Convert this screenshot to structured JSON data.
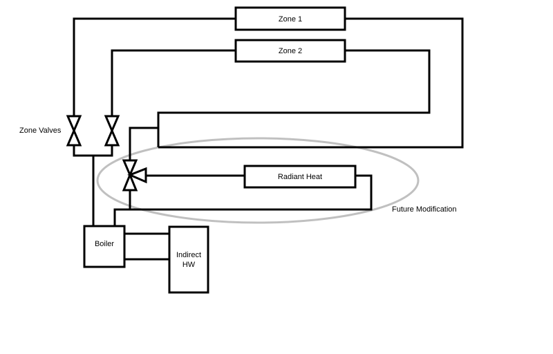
{
  "diagram": {
    "zone1_label": "Zone 1",
    "zone2_label": "Zone 2",
    "radiant_label": "Radiant Heat",
    "zone_valves_label": "Zone Valves",
    "future_label": "Future Modification",
    "boiler_label": "Boiler",
    "indirect_label_line1": "Indirect",
    "indirect_label_line2": "HW",
    "colors": {
      "line": "#000000",
      "ellipse": "#c0c0c0",
      "background": "#ffffff"
    }
  }
}
